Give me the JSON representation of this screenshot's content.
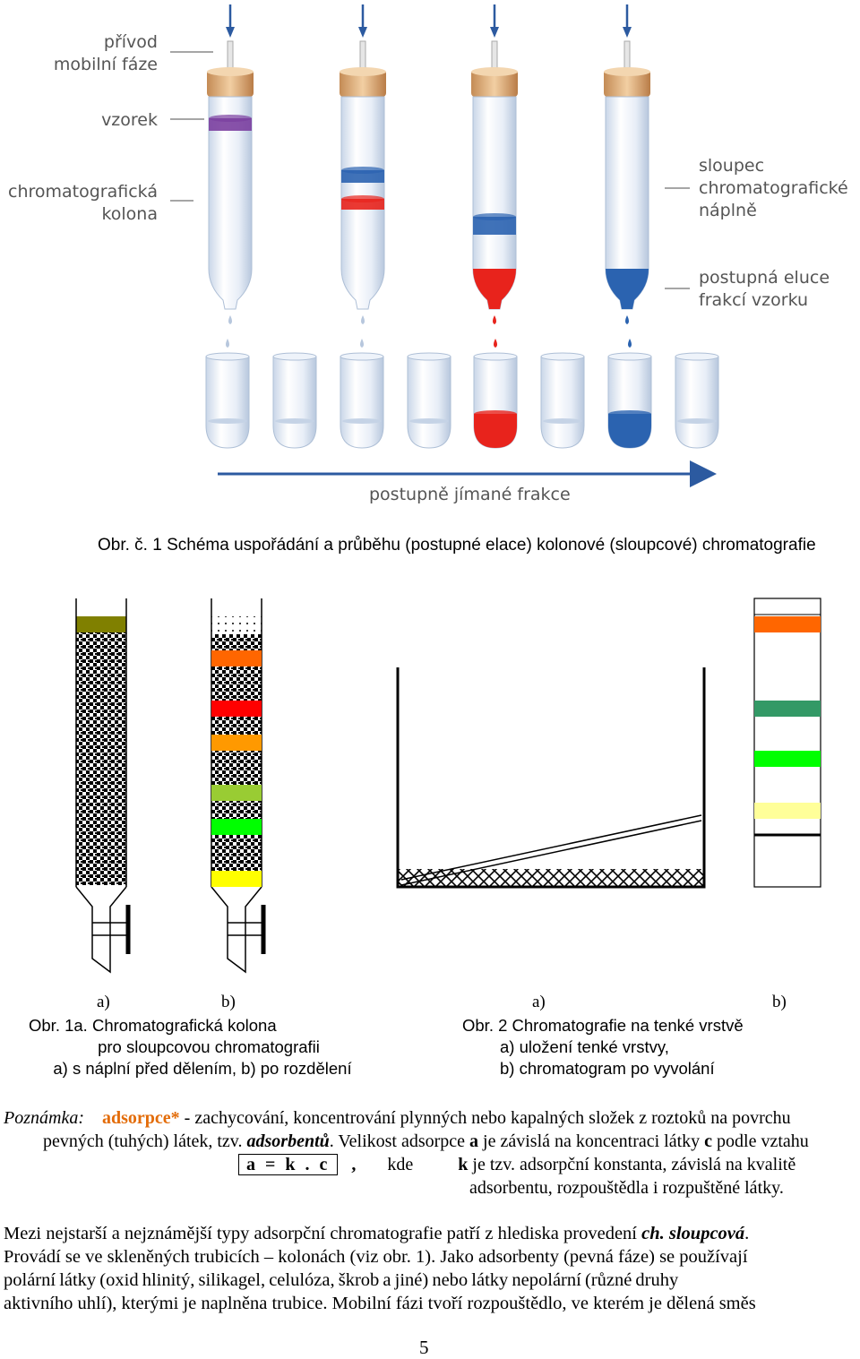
{
  "fig1": {
    "labels": {
      "mobile_phase": "přívod\nmobilní fáze",
      "sample": "vzorek",
      "column": "chromatografická\nkolona",
      "packing": "sloupec\nchromatografické\nnáplně",
      "elution": "postupná eluce\nfrakcí vzorku",
      "fractions": "postupně jímané frakce"
    },
    "caption": "Obr. č. 1 Schéma uspořádání a průběhu (postupné elace) kolonové (sloupcové) chromatografie",
    "colors": {
      "red": "#e8231c",
      "blue": "#2b63b0",
      "purple": "#7b3fa0",
      "cork": "#d8a877",
      "glass": "#dce6f2",
      "arrow": "#2c5aa0"
    }
  },
  "fig1a": {
    "label_a": "a)",
    "label_b": "b)",
    "caption_line1": "Obr. 1a. Chromatografická kolona",
    "caption_line2": "pro sloupcovou chromatografii",
    "caption_line3": "a) s náplní před dělením, b) po rozdělení",
    "band_colors": [
      "#ff6600",
      "#ff0000",
      "#ff9900",
      "#99cc33",
      "#00ff00",
      "#ffff00"
    ]
  },
  "fig2": {
    "label_a": "a)",
    "label_b": "b)",
    "caption_line1": "Obr. 2  Chromatografie na tenké vrstvě",
    "caption_line2": "a) uložení tenké vrstvy,",
    "caption_line3": "b) chromatogram po vyvolání",
    "band_colors": [
      "#ff6600",
      "#339966",
      "#00ff00",
      "#ffff99"
    ]
  },
  "note": {
    "label": "Poznámka:",
    "term": "adsorpce*",
    "text1": " - zachycování, koncentrování plynných nebo kapalných složek z roztoků na povrchu",
    "text2a": "pevných (tuhých) látek, tzv. ",
    "term2": "adsorbentů",
    "text2b": ". Velikost adsorpce ",
    "var_a": "a",
    "text2c": " je závislá na koncentraci látky ",
    "var_c": "c",
    "text2d": " podle vztahu",
    "formula": "a = k . c",
    "comma": ",",
    "kde": "kde",
    "var_k": "k",
    "text3": " je  tzv.  adsorpční  konstanta,   závislá  na  kvalitě",
    "text4": "adsorbentu, rozpouštědla i rozpuštěné látky."
  },
  "paragraph": {
    "p1a": "Mezi nejstarší a nejznámější typy adsorpční chromatografie patří z hlediska provedení ",
    "p1b": "ch. sloupcová",
    "p1c": ".",
    "p2": "Provádí se ve skleněných trubicích – kolonách (viz obr. 1). Jako adsorbenty (pevná fáze) se používají",
    "p3": "polární  látky  (oxid  hlinitý,  silikagel,  celulóza,  škrob  a  jiné)  nebo  látky  nepolární  (různé  druhy",
    "p4": "aktivního uhlí), kterými je naplněna trubice. Mobilní fázi tvoří rozpouštědlo, ve kterém je dělená směs"
  },
  "page_number": "5"
}
